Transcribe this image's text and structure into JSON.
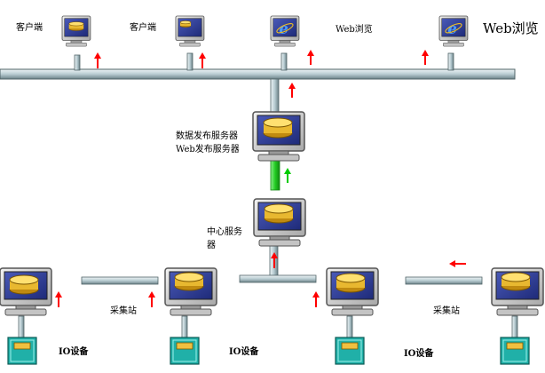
{
  "labels": {
    "client_1": "客户端",
    "client_2": "客户端",
    "web_browse_1": "Web浏览",
    "web_browse_2": "Web浏览",
    "publish_server": "数据发布服务器Web发布服务器",
    "central_server": "中心服务器",
    "collect_station_1": "采集站",
    "collect_station_2": "采集站",
    "io_device_1": "IO设备",
    "io_device_2": "IO设备",
    "io_device_3": "IO设备"
  },
  "icons": {
    "client_terminal": "database-monitor-icon",
    "web_terminal": "internet-explorer-monitor-icon",
    "io_unit": "io-device-icon"
  },
  "colors": {
    "bus_fill": "#c8d8dc",
    "bus_edge": "#506468",
    "arrow_red": "#ff0000",
    "arrow_green": "#00cc00",
    "link_green": "#33dd33",
    "monitor_body": "#cfcfcf",
    "screen_blue": "#2f3f9e",
    "db_gold": "#f0c030",
    "io_teal": "#20b0a8",
    "ie_blue": "#1a5ccc"
  }
}
